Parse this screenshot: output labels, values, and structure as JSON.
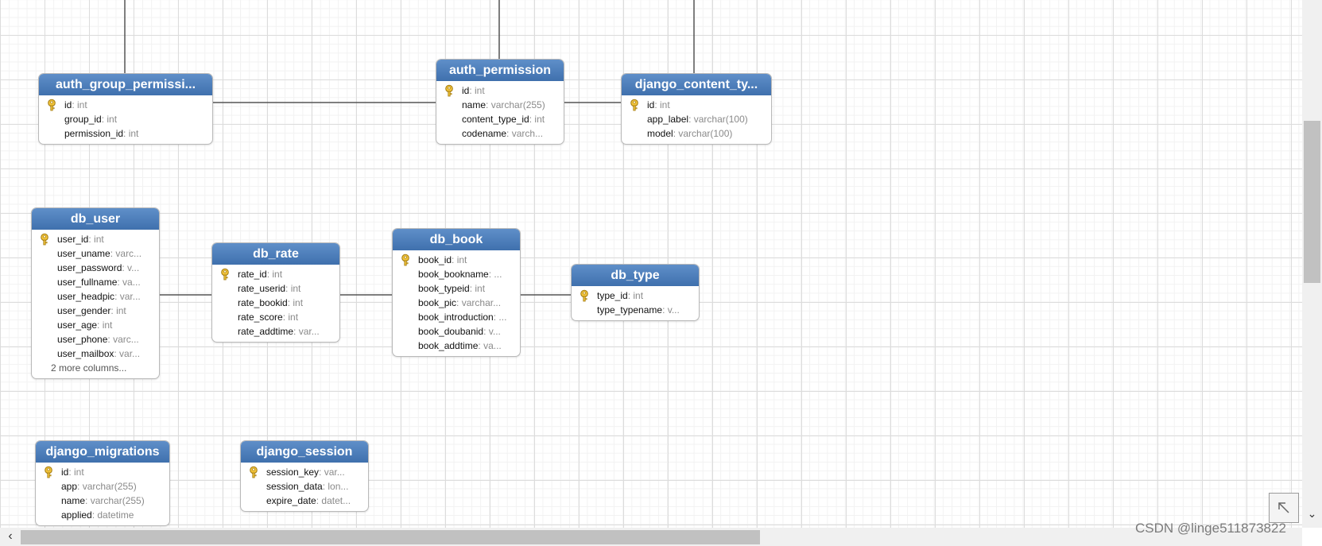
{
  "colors": {
    "header_top": "#5f8fc9",
    "header_bottom": "#3f70ad",
    "connector": "#555555",
    "column_type": "#8a8a8a",
    "key_icon": "#e8b923"
  },
  "tables": {
    "auth_group_permissions": {
      "title": "auth_group_permissi...",
      "columns": [
        {
          "name": "id",
          "type": "int",
          "key": true
        },
        {
          "name": "group_id",
          "type": "int"
        },
        {
          "name": "permission_id",
          "type": "int"
        }
      ]
    },
    "auth_permission": {
      "title": "auth_permission",
      "columns": [
        {
          "name": "id",
          "type": "int",
          "key": true
        },
        {
          "name": "name",
          "type": "varchar(255)"
        },
        {
          "name": "content_type_id",
          "type": "int"
        },
        {
          "name": "codename",
          "type": "varch..."
        }
      ]
    },
    "django_content_type": {
      "title": "django_content_ty...",
      "columns": [
        {
          "name": "id",
          "type": "int",
          "key": true
        },
        {
          "name": "app_label",
          "type": "varchar(100)"
        },
        {
          "name": "model",
          "type": "varchar(100)"
        }
      ]
    },
    "db_user": {
      "title": "db_user",
      "columns": [
        {
          "name": "user_id",
          "type": "int",
          "key": true
        },
        {
          "name": "user_uname",
          "type": "varc..."
        },
        {
          "name": "user_password",
          "type": "v..."
        },
        {
          "name": "user_fullname",
          "type": "va..."
        },
        {
          "name": "user_headpic",
          "type": "var..."
        },
        {
          "name": "user_gender",
          "type": "int"
        },
        {
          "name": "user_age",
          "type": "int"
        },
        {
          "name": "user_phone",
          "type": "varc..."
        },
        {
          "name": "user_mailbox",
          "type": "var..."
        }
      ],
      "more": "2 more columns..."
    },
    "db_rate": {
      "title": "db_rate",
      "columns": [
        {
          "name": "rate_id",
          "type": "int",
          "key": true
        },
        {
          "name": "rate_userid",
          "type": "int"
        },
        {
          "name": "rate_bookid",
          "type": "int"
        },
        {
          "name": "rate_score",
          "type": "int"
        },
        {
          "name": "rate_addtime",
          "type": "var..."
        }
      ]
    },
    "db_book": {
      "title": "db_book",
      "columns": [
        {
          "name": "book_id",
          "type": "int",
          "key": true
        },
        {
          "name": "book_bookname",
          "type": "..."
        },
        {
          "name": "book_typeid",
          "type": "int"
        },
        {
          "name": "book_pic",
          "type": "varchar..."
        },
        {
          "name": "book_introduction",
          "type": "..."
        },
        {
          "name": "book_doubanid",
          "type": "v..."
        },
        {
          "name": "book_addtime",
          "type": "va..."
        }
      ]
    },
    "db_type": {
      "title": "db_type",
      "columns": [
        {
          "name": "type_id",
          "type": "int",
          "key": true
        },
        {
          "name": "type_typename",
          "type": "v..."
        }
      ]
    },
    "django_migrations": {
      "title": "django_migrations",
      "columns": [
        {
          "name": "id",
          "type": "int",
          "key": true
        },
        {
          "name": "app",
          "type": "varchar(255)"
        },
        {
          "name": "name",
          "type": "varchar(255)"
        },
        {
          "name": "applied",
          "type": "datetime"
        }
      ]
    },
    "django_session": {
      "title": "django_session",
      "columns": [
        {
          "name": "session_key",
          "type": "var...",
          "key": true
        },
        {
          "name": "session_data",
          "type": "lon..."
        },
        {
          "name": "expire_date",
          "type": "datet..."
        }
      ]
    }
  },
  "watermark": "CSDN @linge511873822",
  "scrollbar": {
    "left_arrow": "‹",
    "down_arrow": "⌄"
  }
}
